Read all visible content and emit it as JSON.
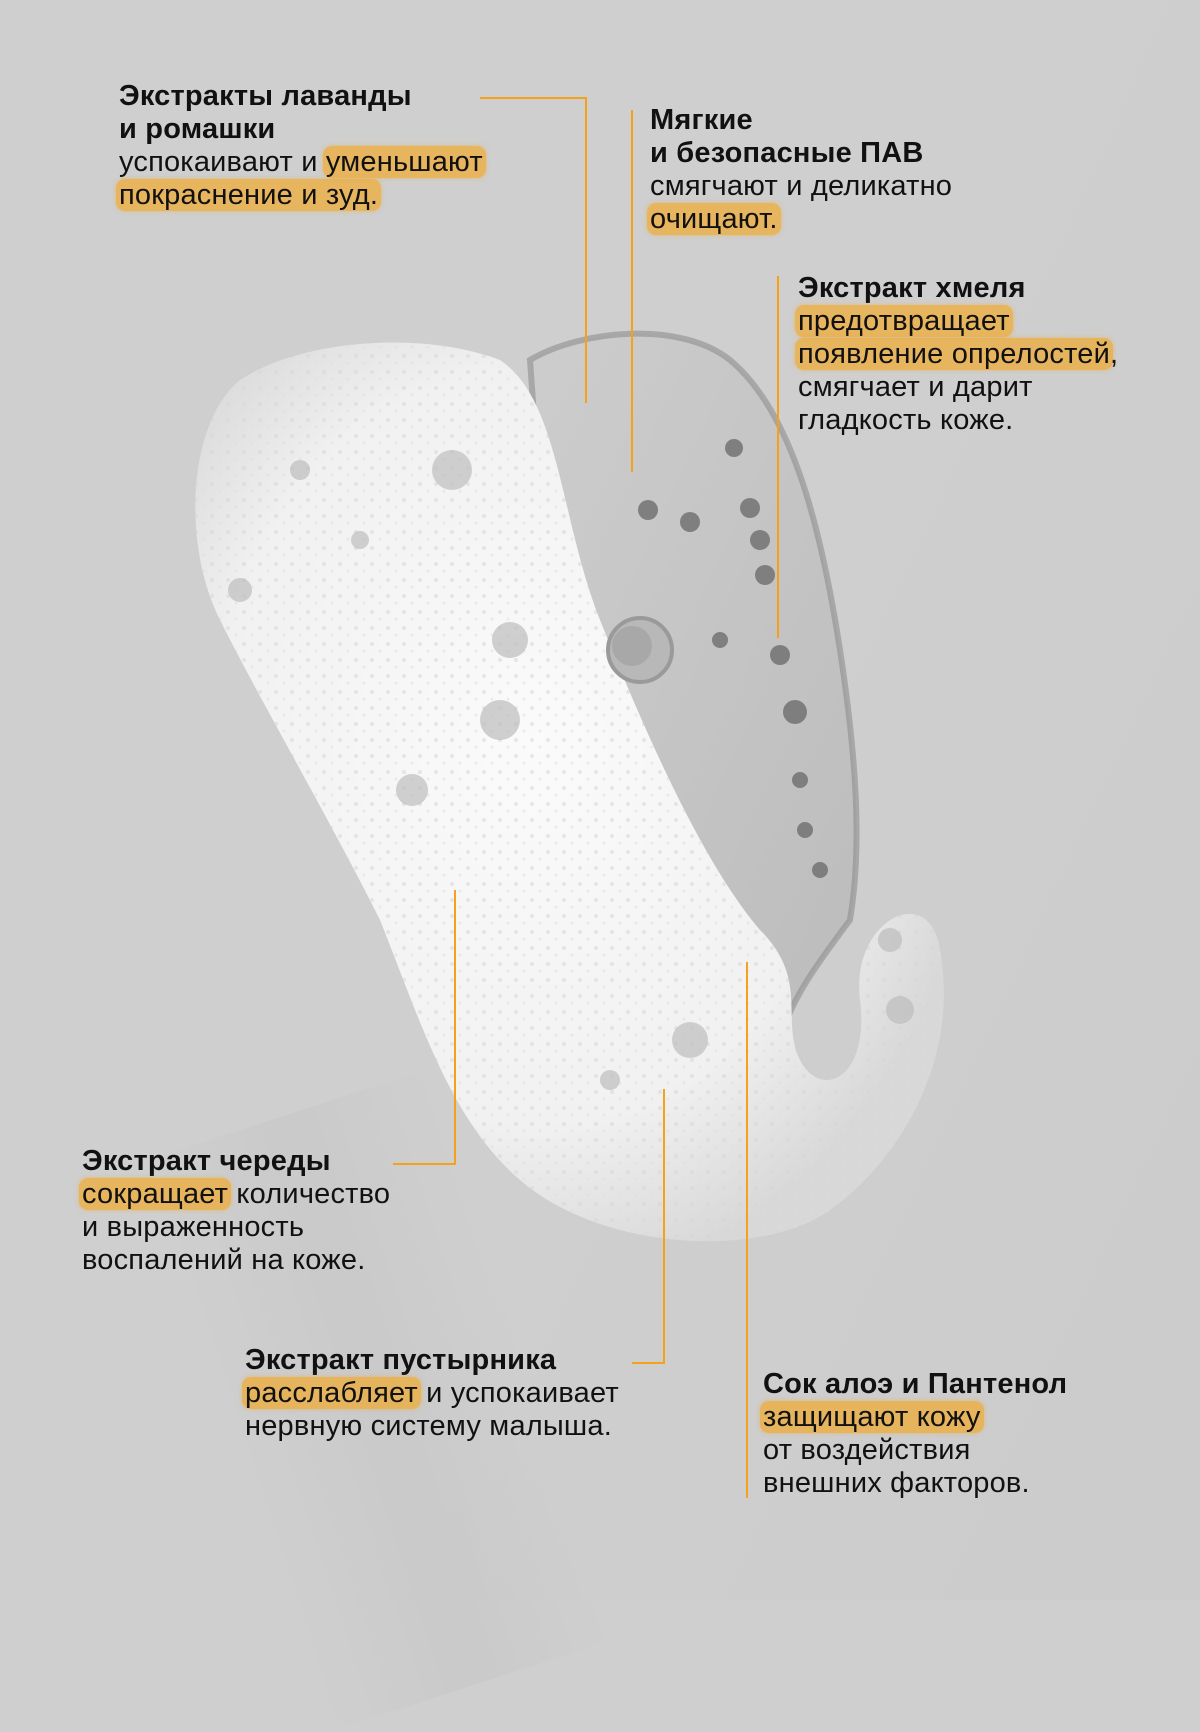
{
  "colors": {
    "background": "#cfcfcf",
    "accent_line": "#f5a11a",
    "highlight": "#f0b04a",
    "text": "#111111"
  },
  "image": {
    "subject": "foam-and-gel-swatch",
    "description": "Grayscale photo of a foamy cleanser swatch with clear gel and bubbles"
  },
  "callouts": [
    {
      "id": "lavender-chamomile",
      "title_lines": [
        "Экстракты лаванды",
        "и ромашки"
      ],
      "body": {
        "l1_plain": "успокаивают и ",
        "l1_hl": "уменьшают",
        "l2_hl": "покраснение и зуд."
      }
    },
    {
      "id": "mild-surfactants",
      "title_lines": [
        "Мягкие",
        "и безопасные ПАВ"
      ],
      "body": {
        "l1_plain": "смягчают и деликатно",
        "l2_hl": "очищают."
      }
    },
    {
      "id": "hop-extract",
      "title_lines": [
        "Экстракт хмеля"
      ],
      "body": {
        "l1_hl": "предотвращает",
        "l2_hl": "появление опрелостей",
        "l2_plain": ",",
        "l3_plain": "смягчает и дарит",
        "l4_plain": "гладкость коже."
      }
    },
    {
      "id": "bidens-extract",
      "title_lines": [
        "Экстракт череды"
      ],
      "body": {
        "l1_hl": "сокращает",
        "l1_plain": " количество",
        "l2_plain": "и выраженность",
        "l3_plain": "воспалений на коже."
      }
    },
    {
      "id": "motherwort-extract",
      "title_lines": [
        "Экстракт пустырника"
      ],
      "body": {
        "l1_hl": "расслабляет",
        "l1_plain": " и успокаивает",
        "l2_plain": "нервную систему малыша."
      }
    },
    {
      "id": "aloe-panthenol",
      "title_lines": [
        "Сок алоэ и Пантенол"
      ],
      "body": {
        "l1_hl": "защищают кожу",
        "l2_plain": "от воздействия",
        "l3_plain": "внешних факторов."
      }
    }
  ]
}
